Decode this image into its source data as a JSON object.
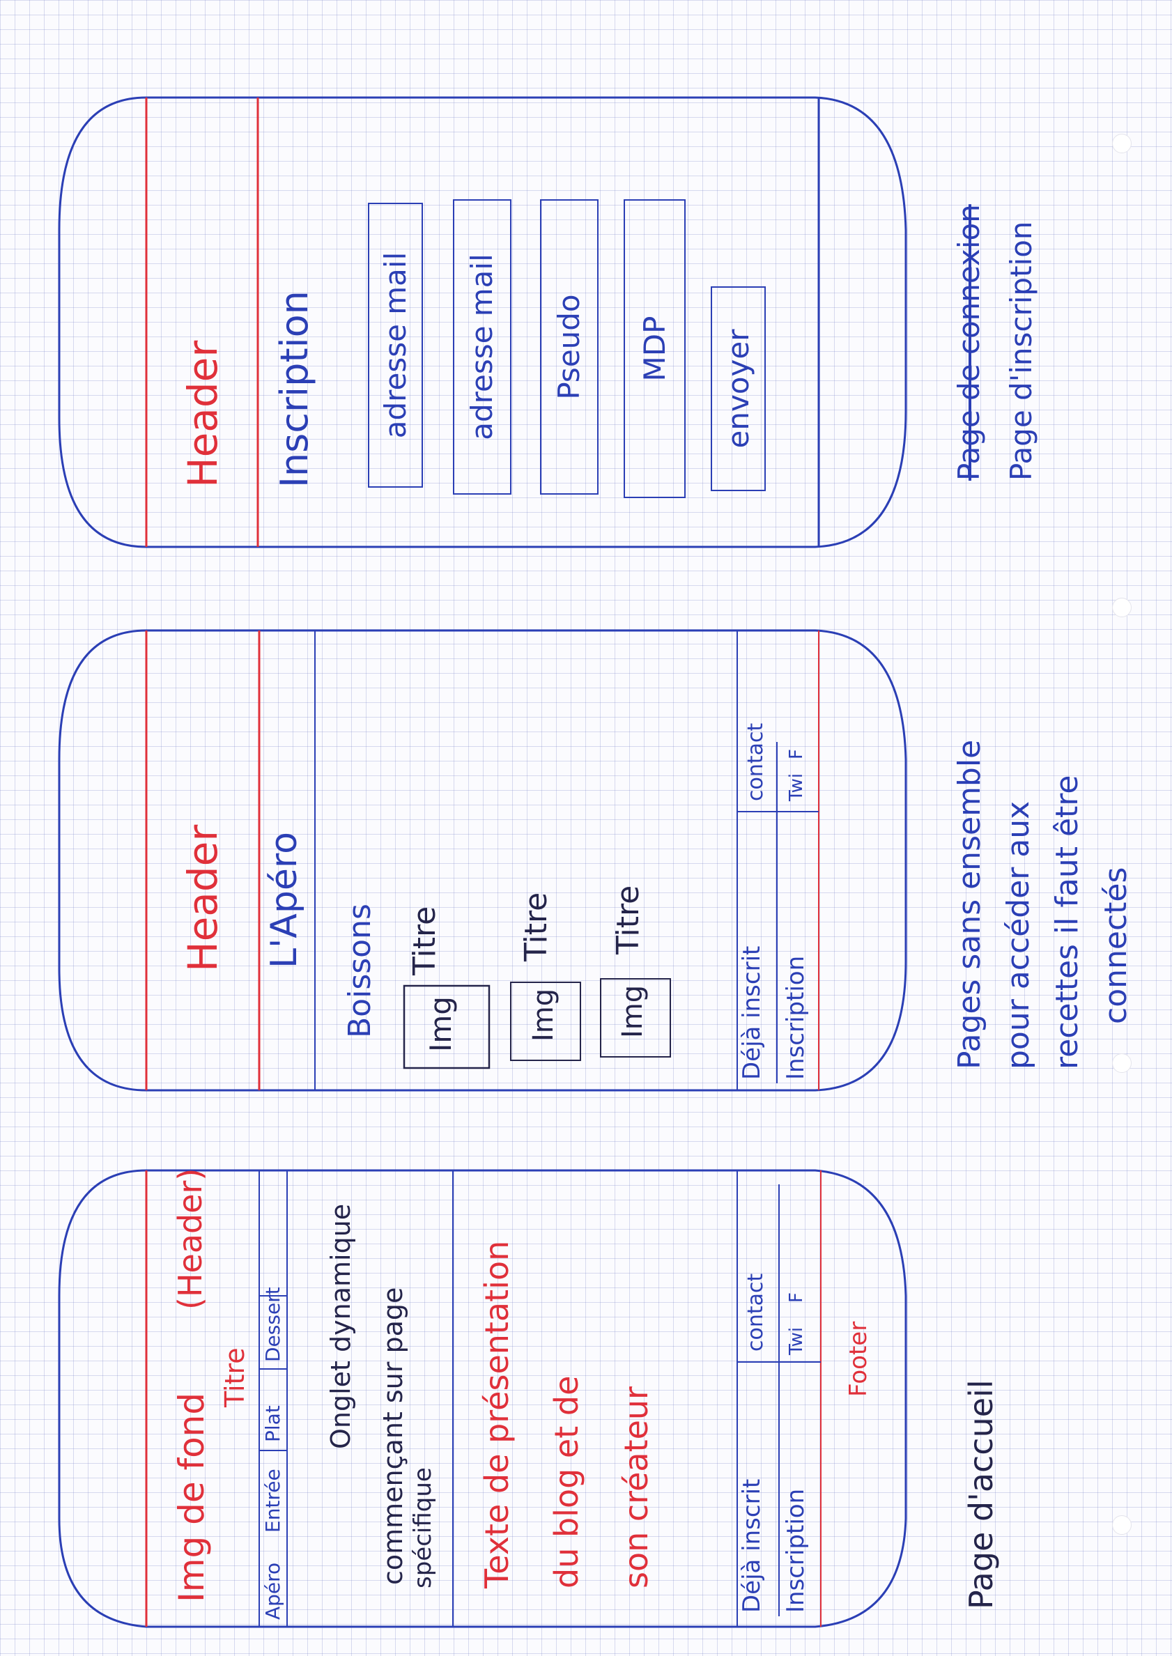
{
  "colors": {
    "pen_blue": "#2b3fb5",
    "pen_red": "#e0303a",
    "pencil": "#24244a"
  },
  "home": {
    "header_line1": "Img de fond",
    "header_note": "(Header)",
    "header_title": "Titre",
    "tabs": [
      "Apéro",
      "Entrée",
      "Plat",
      "Dessert"
    ],
    "dynamic_tabs": "Onglet dynamique",
    "comment_line1": "commençant sur page",
    "comment_line2": "spécifique",
    "intro_line1": "Texte de présentation",
    "intro_line2": "du blog et de",
    "intro_line3": "son créateur",
    "footer_buttons": [
      "Déjà inscrit",
      "Inscription",
      "contact",
      "Twi",
      "F"
    ],
    "footer_label": "Footer",
    "caption": "Page d'accueil"
  },
  "recipes": {
    "header": "Header",
    "page_title": "L'Apéro",
    "section": "Boissons",
    "cards": [
      {
        "img": "Img",
        "title": "Titre"
      },
      {
        "img": "Img",
        "title": "Titre"
      },
      {
        "img": "Img",
        "title": "Titre"
      }
    ],
    "footer_buttons": [
      "Déjà inscrit",
      "Inscription",
      "contact",
      "Twi",
      "F"
    ],
    "caption_lines": [
      "Pages sans ensemble",
      "pour accéder aux",
      "recettes il faut être",
      "connectés"
    ]
  },
  "signup": {
    "header": "Header",
    "title": "Inscription",
    "fields": [
      "adresse mail",
      "adresse mail",
      "Pseudo",
      "MDP"
    ],
    "submit": "envoyer",
    "caption_struck": "Page de connexion",
    "caption": "Page d'inscription"
  }
}
